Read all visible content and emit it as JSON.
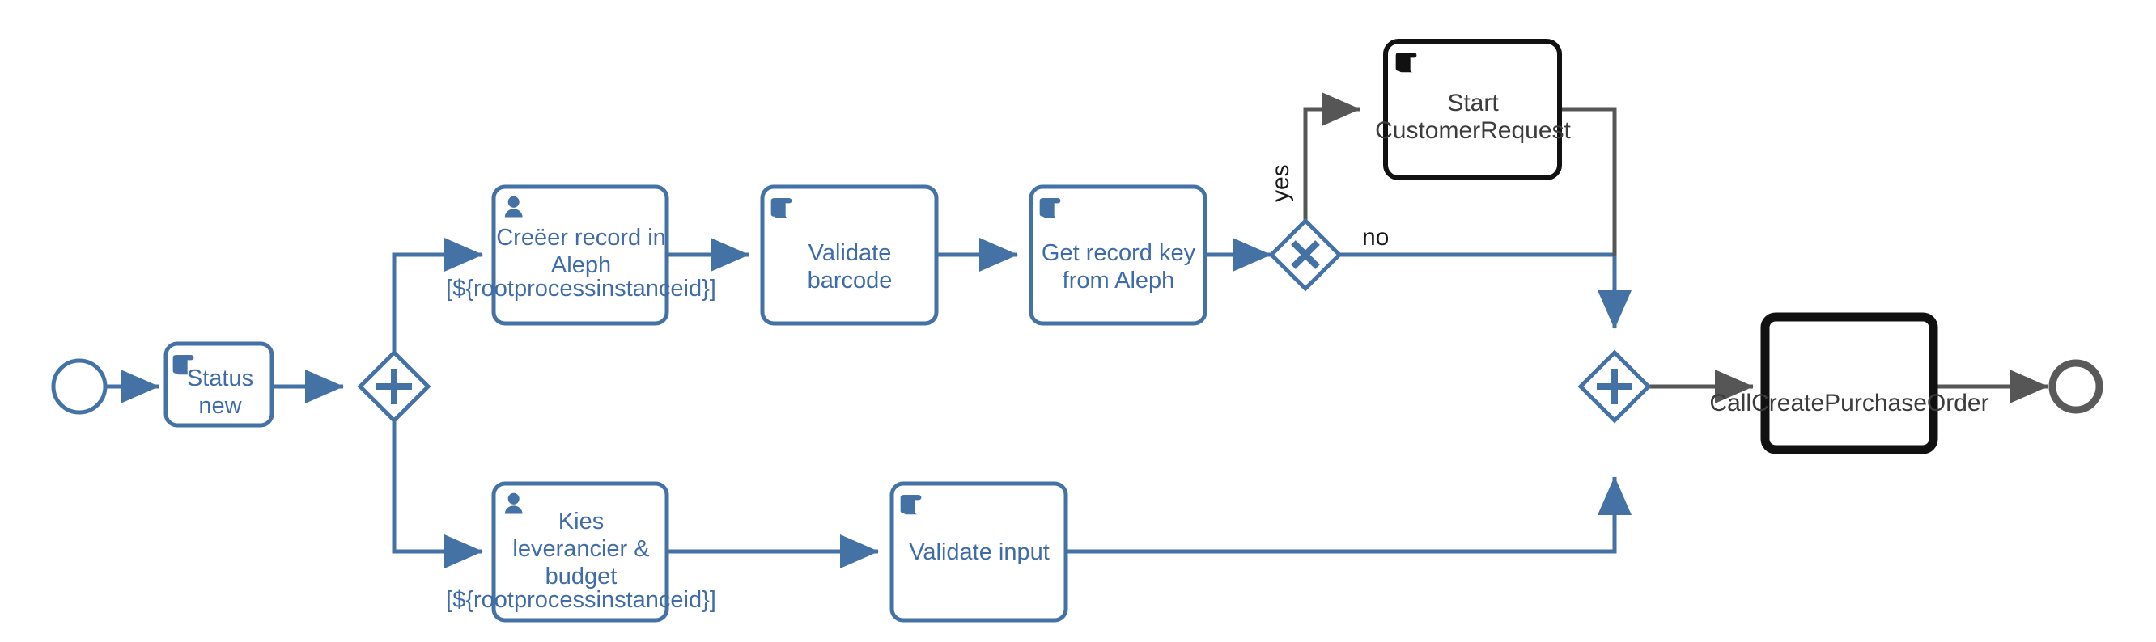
{
  "diagram": {
    "type": "bpmn-process-diagram",
    "colors": {
      "primary_blue": "#4472a4",
      "active_black": "#111111",
      "end_event_gray": "#5a5a5a",
      "flow_label_text": "#1a1a1a",
      "task_text_blue": "#3f6ca8",
      "task_text_dark": "#3c3c3c",
      "background": "#ffffff"
    },
    "nodes": [
      {
        "id": "start-event",
        "kind": "start-event",
        "label": "",
        "state": "normal"
      },
      {
        "id": "status-new",
        "kind": "script-task",
        "icon": "script-icon",
        "label_lines": [
          "Status",
          "new"
        ],
        "state": "normal"
      },
      {
        "id": "parallel-split-gateway",
        "kind": "parallel-gateway",
        "icon": "plus-icon",
        "label": "",
        "state": "normal"
      },
      {
        "id": "creeer-record-in-aleph",
        "kind": "user-task",
        "icon": "user-icon",
        "label_lines": [
          "Creëer record in",
          "Aleph"
        ],
        "sublabel": "[${rootprocessinstanceid}]",
        "state": "normal"
      },
      {
        "id": "validate-barcode",
        "kind": "script-task",
        "icon": "script-icon",
        "label_lines": [
          "Validate",
          "barcode"
        ],
        "state": "normal"
      },
      {
        "id": "get-record-key-from-aleph",
        "kind": "script-task",
        "icon": "script-icon",
        "label_lines": [
          "Get record key",
          "from Aleph"
        ],
        "state": "normal"
      },
      {
        "id": "exclusive-gateway",
        "kind": "exclusive-gateway",
        "icon": "x-icon",
        "label": "",
        "state": "normal"
      },
      {
        "id": "start-customerrequest",
        "kind": "script-task",
        "icon": "script-icon",
        "label_lines": [
          "Start",
          "CustomerRequest"
        ],
        "state": "active"
      },
      {
        "id": "kies-leverancier-budget",
        "kind": "user-task",
        "icon": "user-icon",
        "label_lines": [
          "Kies",
          "leverancier &",
          "budget"
        ],
        "sublabel": "[${rootprocessinstanceid}]",
        "state": "normal"
      },
      {
        "id": "validate-input",
        "kind": "script-task",
        "icon": "script-icon",
        "label_lines": [
          "Validate input"
        ],
        "state": "normal"
      },
      {
        "id": "parallel-join-gateway",
        "kind": "parallel-gateway",
        "icon": "plus-icon",
        "label": "",
        "state": "normal"
      },
      {
        "id": "callcreatepurchaseorder",
        "kind": "call-activity",
        "label_lines": [
          "CallCreatePurchaseOrder"
        ],
        "state": "active"
      },
      {
        "id": "end-event",
        "kind": "end-event",
        "label": "",
        "state": "completed"
      }
    ],
    "flow_labels": {
      "yes": "yes",
      "no": "no"
    },
    "sequence_flows": [
      {
        "from": "start-event",
        "to": "status-new",
        "label": "",
        "style": "blue"
      },
      {
        "from": "status-new",
        "to": "parallel-split-gateway",
        "label": "",
        "style": "blue"
      },
      {
        "from": "parallel-split-gateway",
        "to": "creeer-record-in-aleph",
        "label": "",
        "style": "blue"
      },
      {
        "from": "parallel-split-gateway",
        "to": "kies-leverancier-budget",
        "label": "",
        "style": "blue"
      },
      {
        "from": "creeer-record-in-aleph",
        "to": "validate-barcode",
        "label": "",
        "style": "blue"
      },
      {
        "from": "validate-barcode",
        "to": "get-record-key-from-aleph",
        "label": "",
        "style": "blue"
      },
      {
        "from": "get-record-key-from-aleph",
        "to": "exclusive-gateway",
        "label": "",
        "style": "blue"
      },
      {
        "from": "exclusive-gateway",
        "to": "start-customerrequest",
        "label": "yes",
        "style": "gray"
      },
      {
        "from": "exclusive-gateway",
        "to": "parallel-join-gateway",
        "label": "no",
        "style": "blue"
      },
      {
        "from": "start-customerrequest",
        "to": "parallel-join-gateway",
        "label": "",
        "style": "gray"
      },
      {
        "from": "kies-leverancier-budget",
        "to": "validate-input",
        "label": "",
        "style": "blue"
      },
      {
        "from": "validate-input",
        "to": "parallel-join-gateway",
        "label": "",
        "style": "blue"
      },
      {
        "from": "parallel-join-gateway",
        "to": "callcreatepurchaseorder",
        "label": "",
        "style": "gray"
      },
      {
        "from": "callcreatepurchaseorder",
        "to": "end-event",
        "label": "",
        "style": "gray"
      }
    ]
  }
}
